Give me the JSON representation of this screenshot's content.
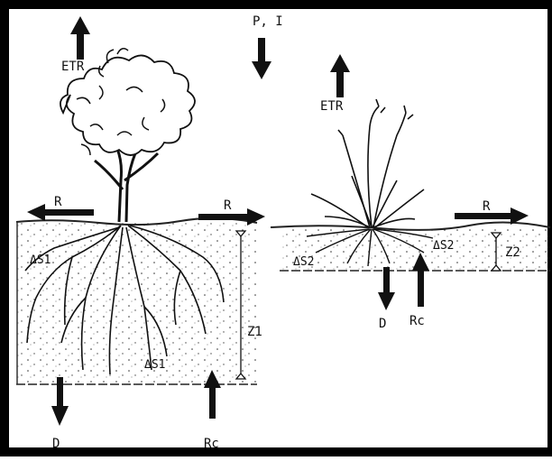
{
  "diagram": {
    "labels": {
      "precip": "P, I",
      "etr_tree": "ETR",
      "etr_grass": "ETR",
      "runoff_left": "R",
      "runoff_mid": "R",
      "runoff_right": "R",
      "storage_tree": "ΔS1",
      "storage_tree_lower": "ΔS1",
      "storage_grass": "ΔS2",
      "storage_grass_mid": "ΔS2",
      "depth_tree": "Z1",
      "depth_grass": "Z2",
      "drainage_tree": "D",
      "drainage_grass": "D",
      "rise_tree": "Rc",
      "rise_grass": "Rc"
    }
  }
}
